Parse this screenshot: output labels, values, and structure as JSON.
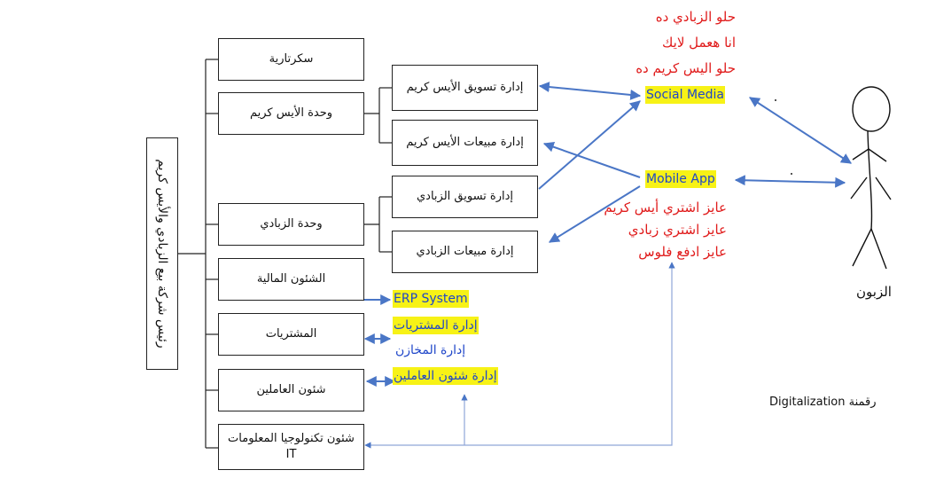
{
  "root": {
    "label": "رئيس شركة بيع الزبادي والأيس كريم"
  },
  "departments": [
    {
      "label": "سكرتارية"
    },
    {
      "label": "وحدة الأيس كريم"
    },
    {
      "label": "وحدة الزبادي"
    },
    {
      "label": "الشئون المالية"
    },
    {
      "label": "المشتريات"
    },
    {
      "label": "شئون العاملين"
    },
    {
      "label": "شئون تكنولوجيا المعلومات IT"
    }
  ],
  "sub_units": [
    {
      "label": "إدارة تسويق الأيس كريم"
    },
    {
      "label": "إدارة مبيعات الأيس كريم"
    },
    {
      "label": "إدارة تسويق الزبادي"
    },
    {
      "label": "إدارة مبيعات الزبادي"
    }
  ],
  "social_media": {
    "label": "Social Media",
    "messages": [
      "حلو الزبادي ده",
      "انا هعمل لايك",
      "حلو اليس كريم ده"
    ]
  },
  "mobile_app": {
    "label": "Mobile App",
    "messages": [
      "عايز اشتري أيس كريم",
      "عايز اشتري زبادي",
      "عايز ادفع فلوس"
    ]
  },
  "erp": {
    "title": "ERP System",
    "modules": [
      "إدارة المشتريات",
      "إدارة المخازن",
      "إدارة شئون العاملين"
    ]
  },
  "customer": {
    "label": "الزبون"
  },
  "caption": "Digitalization رقمنة",
  "colors": {
    "arrow": "#4a76c6",
    "highlight": "#f7f216",
    "red_text": "#e01b1b",
    "blue_text": "#1f46c9"
  }
}
